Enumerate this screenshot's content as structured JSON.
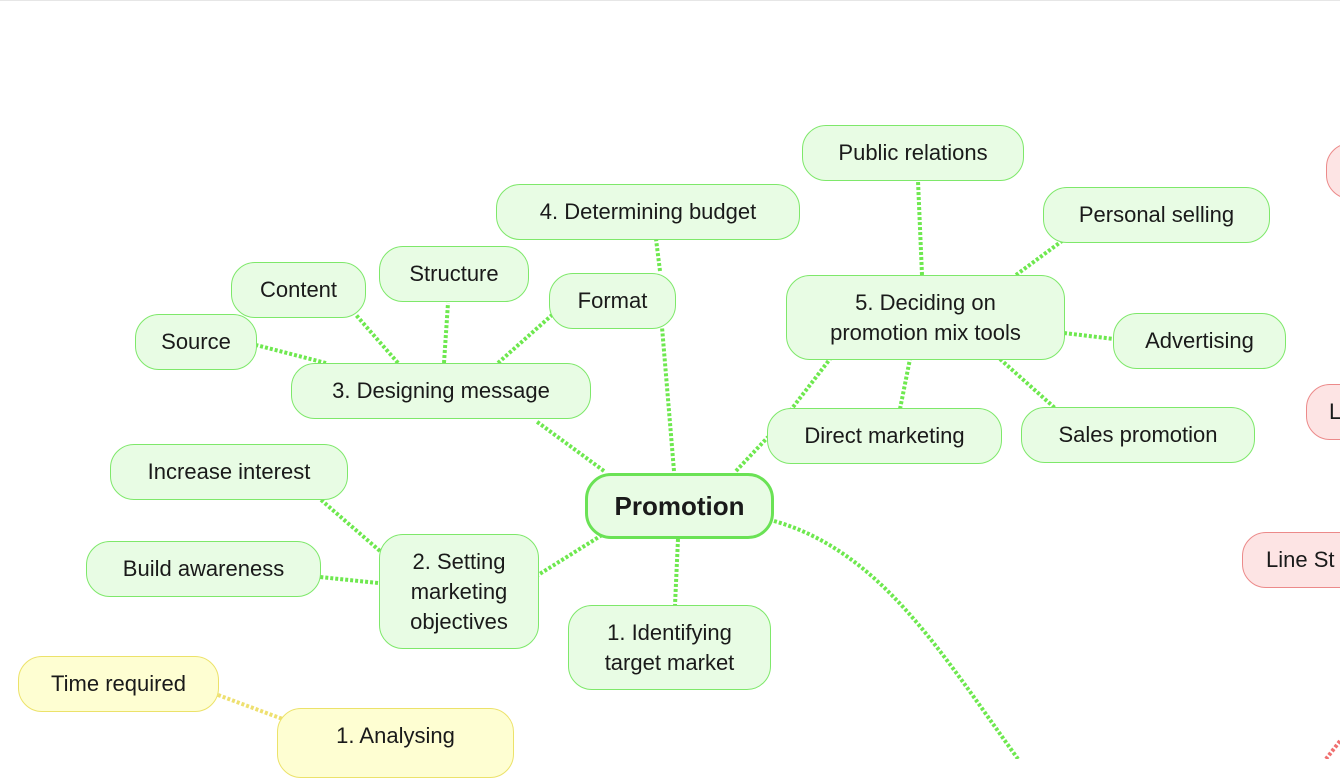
{
  "mindmap": {
    "root": "Promotion",
    "branches": {
      "identifying": "1. Identifying\ntarget market",
      "objectives": "2. Setting\nmarketing\nobjectives",
      "message": "3. Designing message",
      "budget": "4. Determining budget",
      "mix": "5. Deciding on\npromotion mix tools"
    },
    "objectives_children": {
      "increase_interest": "Increase interest",
      "build_awareness": "Build awareness"
    },
    "message_children": {
      "source": "Source",
      "content": "Content",
      "structure": "Structure",
      "format": "Format"
    },
    "mix_children": {
      "public_relations": "Public relations",
      "personal_selling": "Personal selling",
      "advertising": "Advertising",
      "sales_promotion": "Sales promotion",
      "direct_marketing": "Direct marketing"
    },
    "other_branch": {
      "time_required": "Time required",
      "analysing": "1. Analysing"
    },
    "right_clipped": {
      "line_label_a": "L",
      "line_label_b": "Line St"
    }
  },
  "colors": {
    "green_fill": "#e8fce4",
    "green_border": "#7ee86a",
    "green_link": "#6ee84f",
    "yellow_fill": "#fefed2",
    "yellow_border": "#ece26a",
    "yellow_link": "#eee070",
    "red_fill": "#fde4e4",
    "red_border": "#ec8a8a",
    "red_link": "#f07070"
  }
}
